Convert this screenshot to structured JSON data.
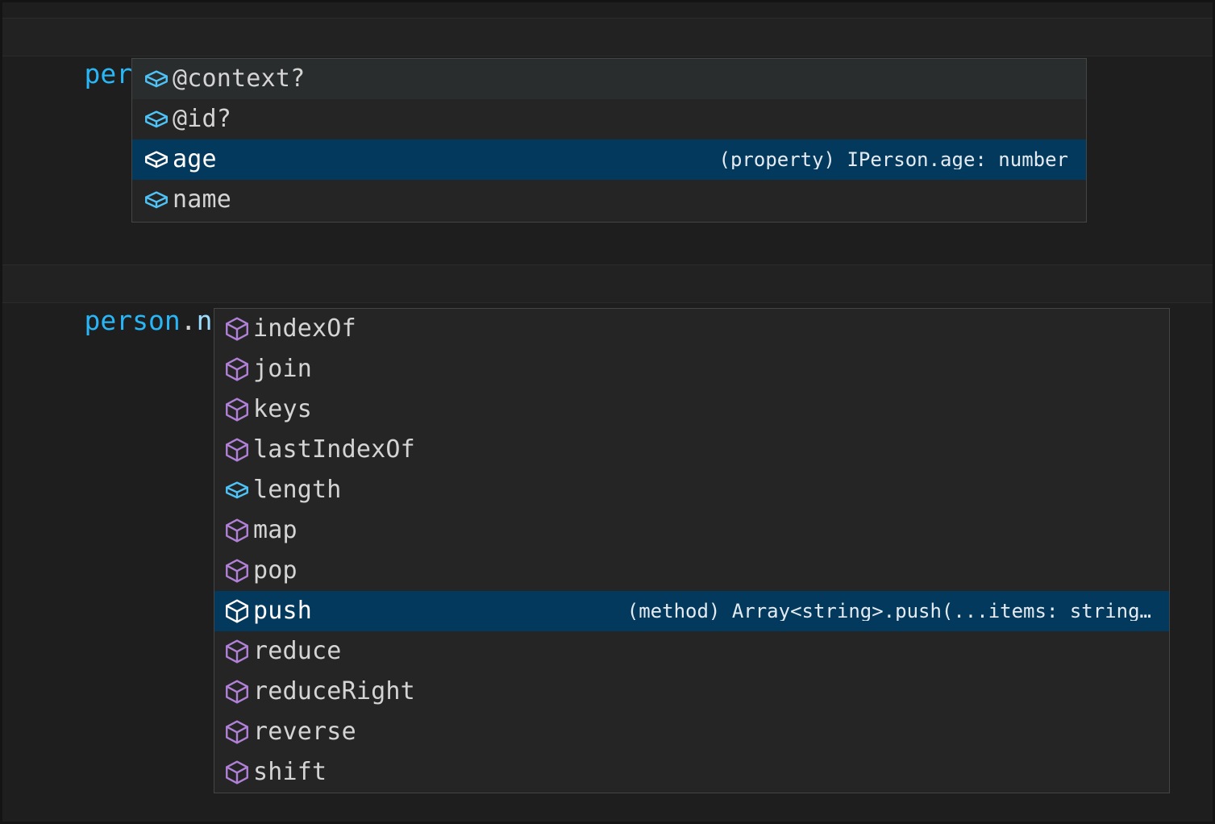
{
  "editor": {
    "background": "#1e1e1e",
    "selection_color": "#04395e",
    "property_icon_color": "#4ec3f7",
    "method_icon_color": "#b180d7",
    "error_squiggle_color": "#f14c4c",
    "variable_color": "#29b6f6",
    "property_text_color": "#9cdcfe"
  },
  "code_blocks": [
    {
      "id": "line-1",
      "tokens": [
        {
          "text": "person",
          "kind": "variable"
        },
        {
          "text": ".",
          "kind": "punctuation",
          "error": true
        },
        {
          "text": ";",
          "kind": "punctuation",
          "error": true
        }
      ],
      "plain": "person.;"
    },
    {
      "id": "line-2",
      "tokens": [
        {
          "text": "person",
          "kind": "variable"
        },
        {
          "text": ".",
          "kind": "punctuation"
        },
        {
          "text": "name",
          "kind": "property"
        },
        {
          "text": ".",
          "kind": "punctuation",
          "error": true
        },
        {
          "text": ";",
          "kind": "punctuation",
          "error": true
        }
      ],
      "plain": "person.name.;"
    }
  ],
  "suggest_widget_1": {
    "name": "person-completion-list",
    "items": [
      {
        "label": "@context?",
        "icon": "property-cube-icon",
        "icon_kind": "property",
        "detail": "",
        "state": "hovered"
      },
      {
        "label": "@id?",
        "icon": "property-cube-icon",
        "icon_kind": "property",
        "detail": "",
        "state": "normal"
      },
      {
        "label": "age",
        "icon": "property-cube-icon",
        "icon_kind": "property",
        "detail": "(property) IPerson.age: number",
        "state": "selected"
      },
      {
        "label": "name",
        "icon": "property-cube-icon",
        "icon_kind": "property",
        "detail": "",
        "state": "normal"
      }
    ]
  },
  "suggest_widget_2": {
    "name": "person-name-completion-list",
    "items": [
      {
        "label": "indexOf",
        "icon": "method-cube-icon",
        "icon_kind": "method",
        "detail": "",
        "state": "normal"
      },
      {
        "label": "join",
        "icon": "method-cube-icon",
        "icon_kind": "method",
        "detail": "",
        "state": "normal"
      },
      {
        "label": "keys",
        "icon": "method-cube-icon",
        "icon_kind": "method",
        "detail": "",
        "state": "normal"
      },
      {
        "label": "lastIndexOf",
        "icon": "method-cube-icon",
        "icon_kind": "method",
        "detail": "",
        "state": "normal"
      },
      {
        "label": "length",
        "icon": "property-cube-icon",
        "icon_kind": "property",
        "detail": "",
        "state": "normal"
      },
      {
        "label": "map",
        "icon": "method-cube-icon",
        "icon_kind": "method",
        "detail": "",
        "state": "normal"
      },
      {
        "label": "pop",
        "icon": "method-cube-icon",
        "icon_kind": "method",
        "detail": "",
        "state": "normal"
      },
      {
        "label": "push",
        "icon": "method-cube-icon",
        "icon_kind": "method",
        "detail": "(method) Array<string>.push(...items: string…",
        "state": "selected"
      },
      {
        "label": "reduce",
        "icon": "method-cube-icon",
        "icon_kind": "method",
        "detail": "",
        "state": "normal"
      },
      {
        "label": "reduceRight",
        "icon": "method-cube-icon",
        "icon_kind": "method",
        "detail": "",
        "state": "normal"
      },
      {
        "label": "reverse",
        "icon": "method-cube-icon",
        "icon_kind": "method",
        "detail": "",
        "state": "normal"
      },
      {
        "label": "shift",
        "icon": "method-cube-icon",
        "icon_kind": "method",
        "detail": "",
        "state": "normal"
      }
    ]
  }
}
